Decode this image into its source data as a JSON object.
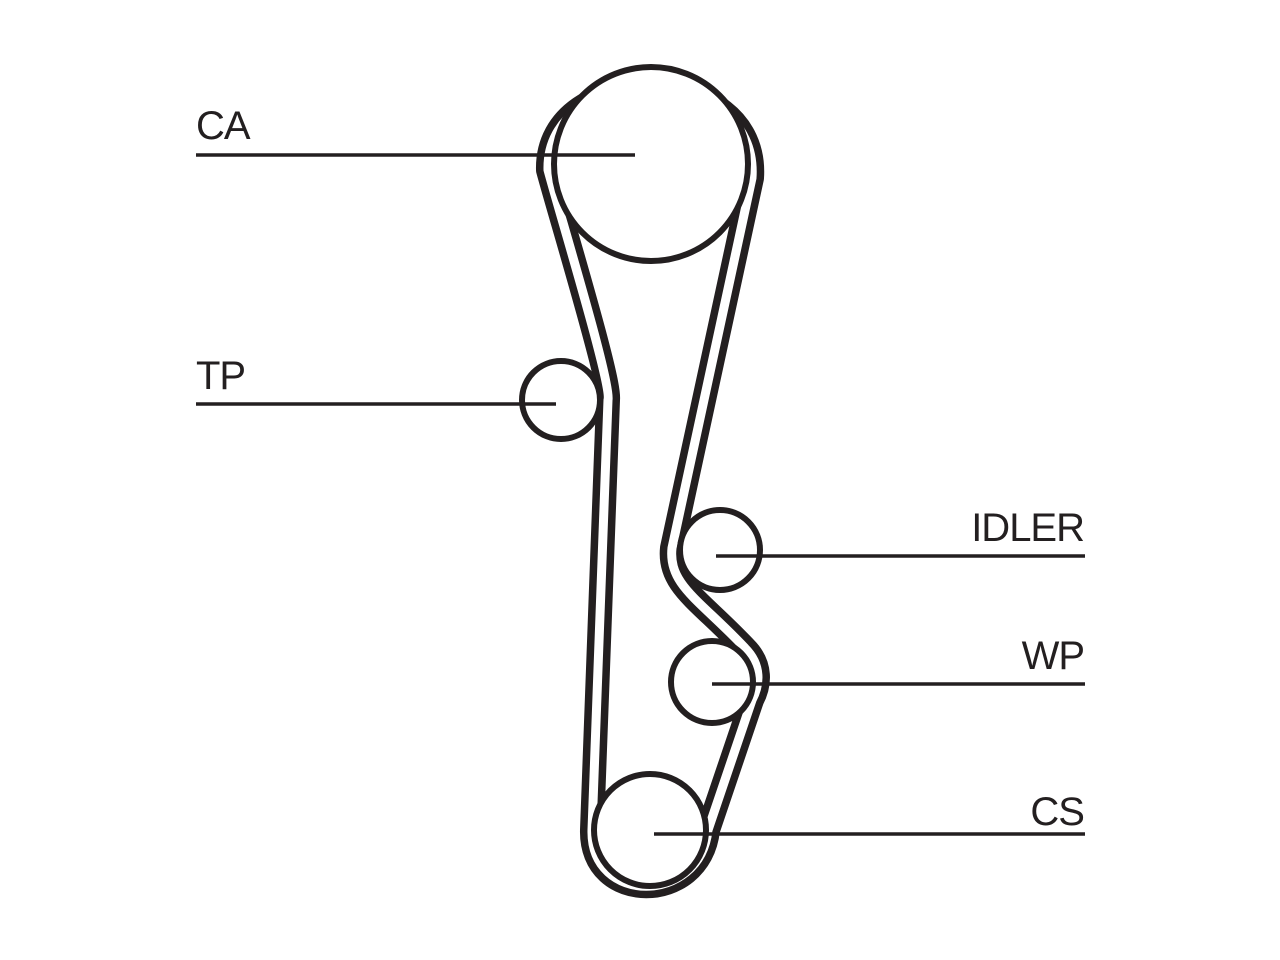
{
  "diagram": {
    "labels": {
      "ca": "CA",
      "tp": "TP",
      "idler": "IDLER",
      "wp": "WP",
      "cs": "CS"
    },
    "colors": {
      "line": "#231f20",
      "background": "#ffffff"
    }
  }
}
